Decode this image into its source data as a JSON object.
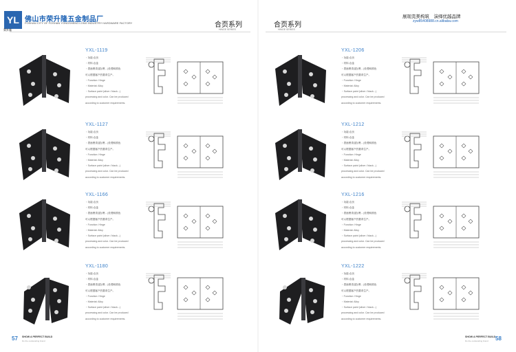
{
  "header": {
    "logo_mark": "YL",
    "logo_sub": "荣升隆",
    "company_cn": "佛山市荣升隆五金制品厂",
    "company_en": "FOSHAN CITY OF FOSHAN YONGSHENG LONG INDUSTRY HARDWARE FACTORY",
    "left_series": "合页系列",
    "left_series_en": "HINGE SERIES",
    "right_series": "合页系列",
    "right_series_en": "HINGE SERIES",
    "slogan": "展现完美构筑　演绎优越品牌",
    "website": "zyw85408988.cn.alibaba.com"
  },
  "spec_lines": [
    "・功能:合页",
    "・材料:合金",
    "・表面黑漆(银)/黑…)处理和颜色",
    "  可以根据客户的要求生产。",
    "・Function: Hinge",
    "・Material: Alloy",
    "・Surface paint (silver / black...)",
    "  processing and color. Can be produced",
    "  according to customer requirements."
  ],
  "products": [
    {
      "model": "YXL-1119"
    },
    {
      "model": "YXL-1127"
    },
    {
      "model": "YXL-1166"
    },
    {
      "model": "YXL-1180"
    },
    {
      "model": "YXL-1206"
    },
    {
      "model": "YXL-1212"
    },
    {
      "model": "YXL-1216"
    },
    {
      "model": "YXL-1222"
    }
  ],
  "footer": {
    "left_page": "57",
    "right_page": "58",
    "slogan": "SHOW A PERFECT BUILD",
    "sub": "Do the outstanding brand"
  },
  "colors": {
    "brand_blue": "#1e63b5",
    "model_blue": "#3a7fc8",
    "hinge_black": "#1e1e20"
  }
}
